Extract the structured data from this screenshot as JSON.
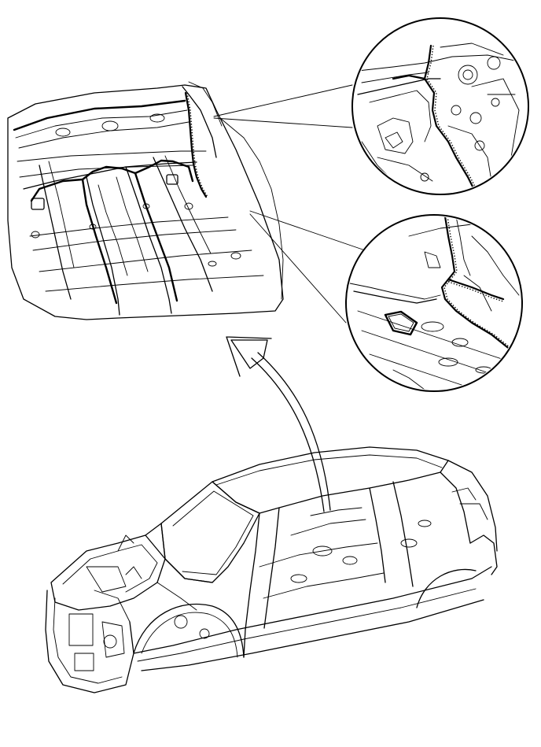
{
  "diagram": {
    "type": "technical-line-illustration",
    "text_labels": [],
    "colors": {
      "line": "#000000",
      "background": "#ffffff"
    },
    "views": [
      {
        "id": "floor-detail",
        "description_visible": false
      },
      {
        "id": "zoom-upper",
        "description_visible": false
      },
      {
        "id": "zoom-lower",
        "description_visible": false
      },
      {
        "id": "vehicle-body",
        "description_visible": false
      }
    ]
  }
}
